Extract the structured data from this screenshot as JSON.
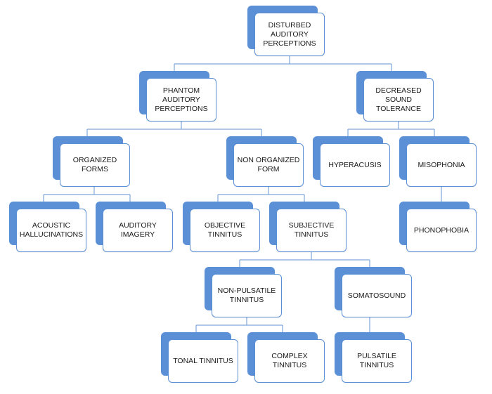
{
  "diagram": {
    "nodes": {
      "disturbed": "DISTURBED\nAUDITORY\nPERCEPTIONS",
      "phantom": "PHANTOM\nAUDITORY\nPERCEPTIONS",
      "decreased": "DECREASED\nSOUND\nTOLERANCE",
      "organized": "ORGANIZED\nFORMS",
      "nonorganized": "NON ORGANIZED\nFORM",
      "hyperacusis": "HYPERACUSIS",
      "misophonia": "MISOPHONIA",
      "acoustic": "ACOUSTIC\nHALLUCINATIONS",
      "imagery": "AUDITORY\nIMAGERY",
      "objective": "OBJECTIVE\nTINNITUS",
      "subjective": "SUBJECTIVE\nTINNITUS",
      "phonophobia": "PHONOPHOBIA",
      "nonpulsatile": "NON-PULSATILE\nTINNITUS",
      "somatosound": "SOMATOSOUND",
      "tonal": "TONAL TINNITUS",
      "complex": "COMPLEX\nTINNITUS",
      "pulsatile": "PULSATILE\nTINNITUS"
    },
    "colors": {
      "shadow": "#5b8fd6",
      "line": "#7fa7da",
      "card": "#ffffff",
      "text": "#1a1a1a"
    }
  }
}
